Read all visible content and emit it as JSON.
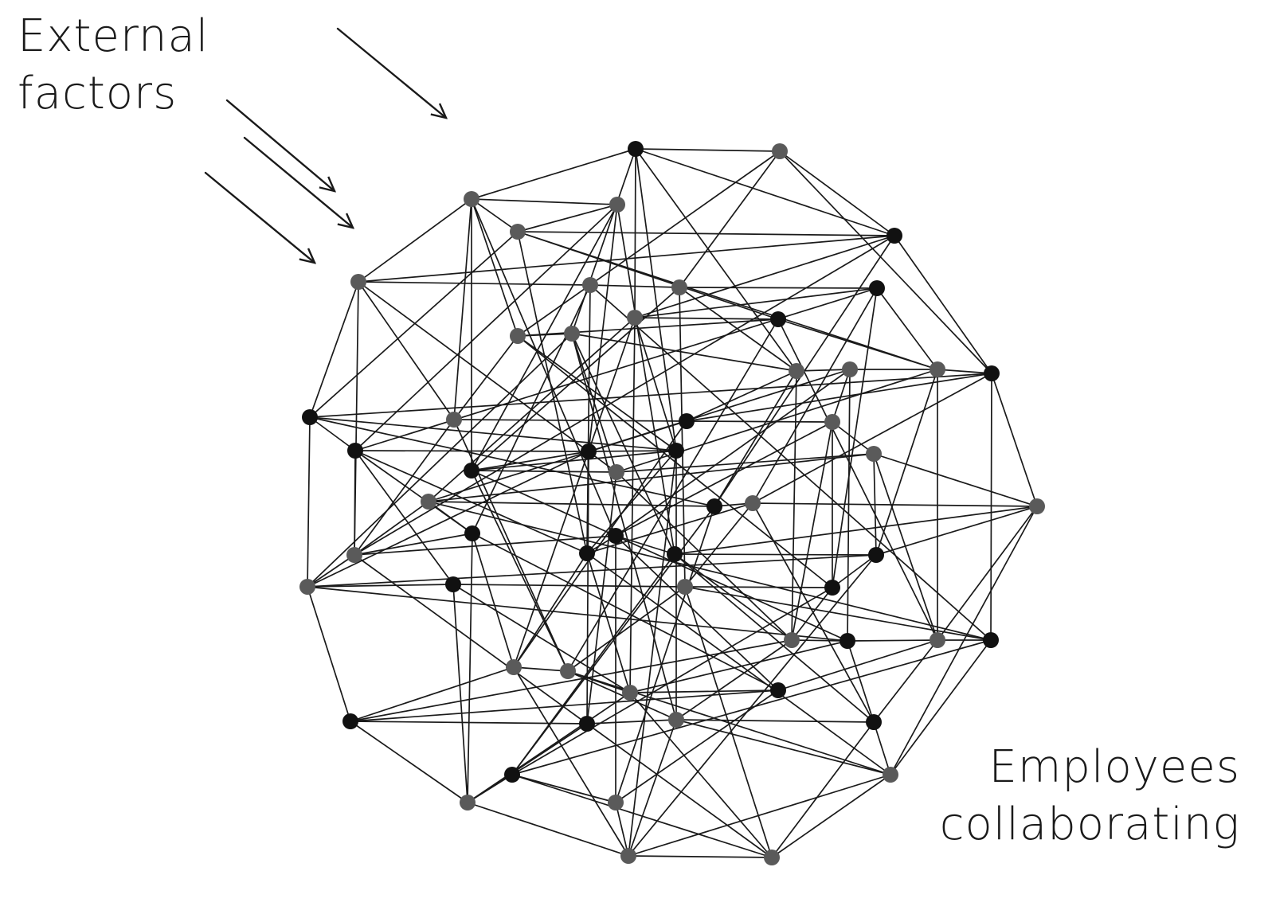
{
  "labels": {
    "external": [
      "External",
      "factors"
    ],
    "employees": [
      "Employees",
      "collaborating"
    ]
  },
  "colors": {
    "line": "#1a1a1a",
    "node_dark": "#111111",
    "node_grey": "#5a5a5a",
    "text": "#1a1a1a"
  }
}
